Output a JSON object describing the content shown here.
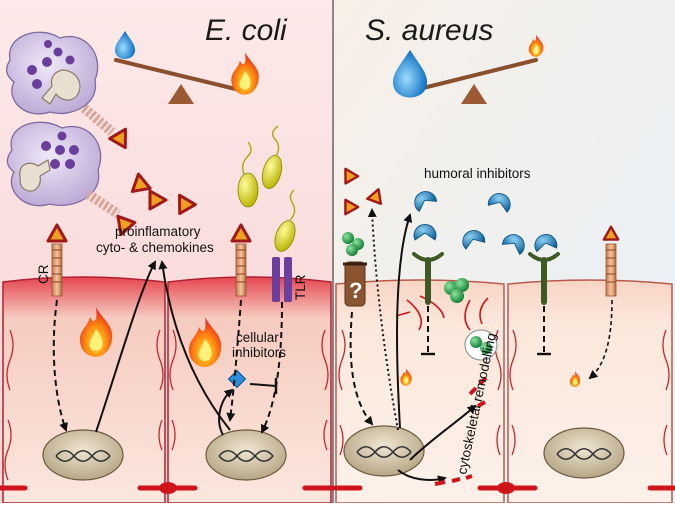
{
  "left_panel": {
    "title": "E. coli"
  },
  "right_panel": {
    "title": "S. aureus"
  },
  "labels": {
    "cr": "CR",
    "tlr": "TLR",
    "proinflammatory_line1": "proinflamatory",
    "proinflammatory_line2": "cyto- & chemokines",
    "cellular_inhibitors_line1": "cellular",
    "cellular_inhibitors_line2": "inhibitors",
    "humoral_inhibitors": "humoral inhibitors",
    "cytoskeletal_remodelling": "cytoskeletal remodelling",
    "unknown_receptor": "?"
  },
  "icons": [
    "water-drop-icon",
    "flame-icon",
    "seesaw-icon",
    "macrophage-icon",
    "bacterium-icon",
    "dna-nucleus-icon",
    "triangle-cytokine-icon",
    "inhibitor-blob-icon",
    "staph-cluster-icon"
  ],
  "colors": {
    "left_bg": "#fbe0e0",
    "right_bg": "#f6ece2",
    "cell_fill": "#f8ddd3",
    "membrane": "#c4283a",
    "inhibitor_blue": "#1e88c8",
    "staph_green": "#22a04a",
    "bacterium_yellow": "#e1dc10"
  }
}
